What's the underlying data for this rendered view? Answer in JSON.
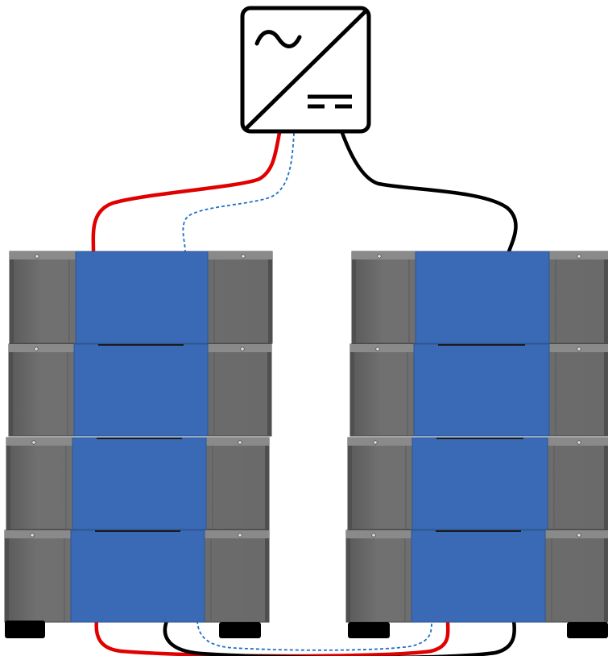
{
  "inverter": {
    "icon_ac": "ac-wave-icon",
    "icon_dc": "dc-lines-icon",
    "colors": {
      "frame": "#000000",
      "fill": "#ffffff"
    }
  },
  "battery_stacks": [
    {
      "id": "left",
      "modules": 4
    },
    {
      "id": "right",
      "modules": 4
    }
  ],
  "cables": {
    "positive": {
      "color": "#e00000"
    },
    "negative": {
      "color": "#000000"
    },
    "communication": {
      "color": "#1e6fc8",
      "style": "dashed"
    }
  },
  "colors": {
    "module_side": "#6b6b6b",
    "module_side_light": "#7a7a7a",
    "module_front": "#3a6ab6",
    "module_top": "#8a8a8a",
    "feet": "#000000"
  }
}
